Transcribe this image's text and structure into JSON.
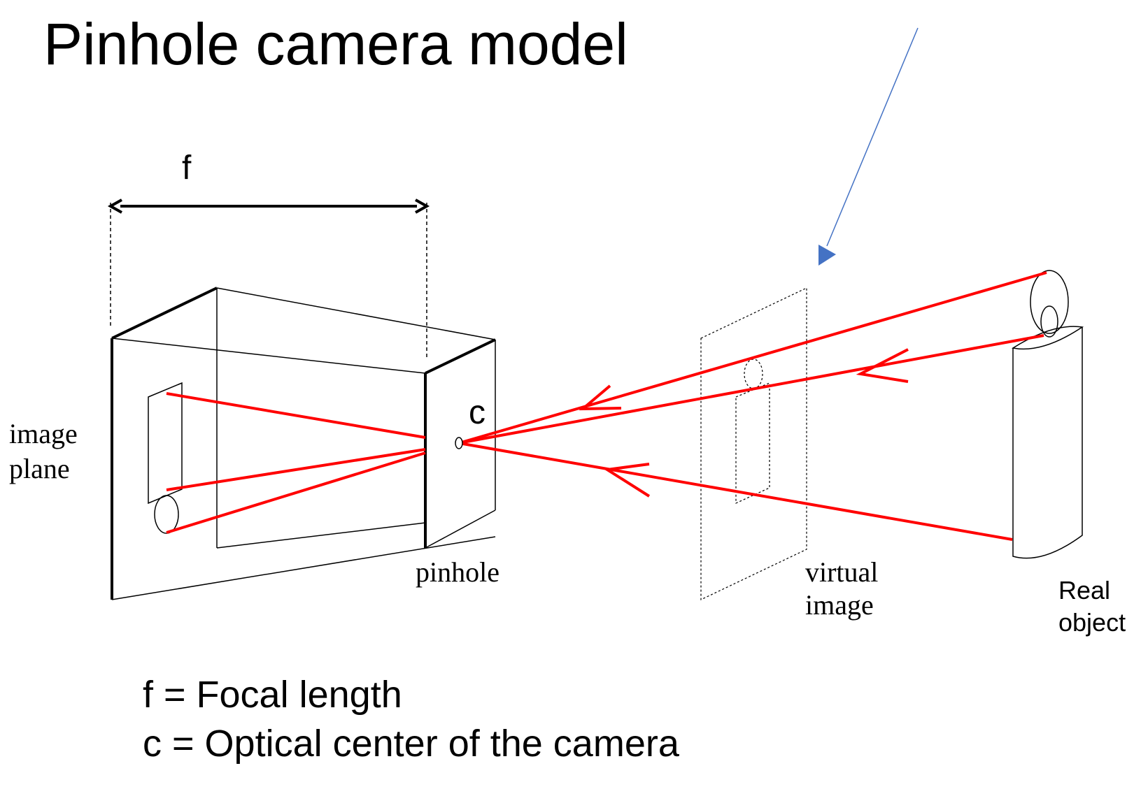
{
  "title": "Pinhole camera model",
  "labels": {
    "focal_symbol": "f",
    "center_symbol": "c",
    "image_plane_line1": "image",
    "image_plane_line2": "plane",
    "pinhole": "pinhole",
    "virtual_image_line1": "virtual",
    "virtual_image_line2": "image",
    "real_object_line1": "Real",
    "real_object_line2": "object"
  },
  "legend": {
    "line1": "f = Focal length",
    "line2": "c = Optical center of the camera"
  },
  "colors": {
    "ray": "#ff0000",
    "pointer_arrow": "#4472c4",
    "outline": "#000000"
  }
}
